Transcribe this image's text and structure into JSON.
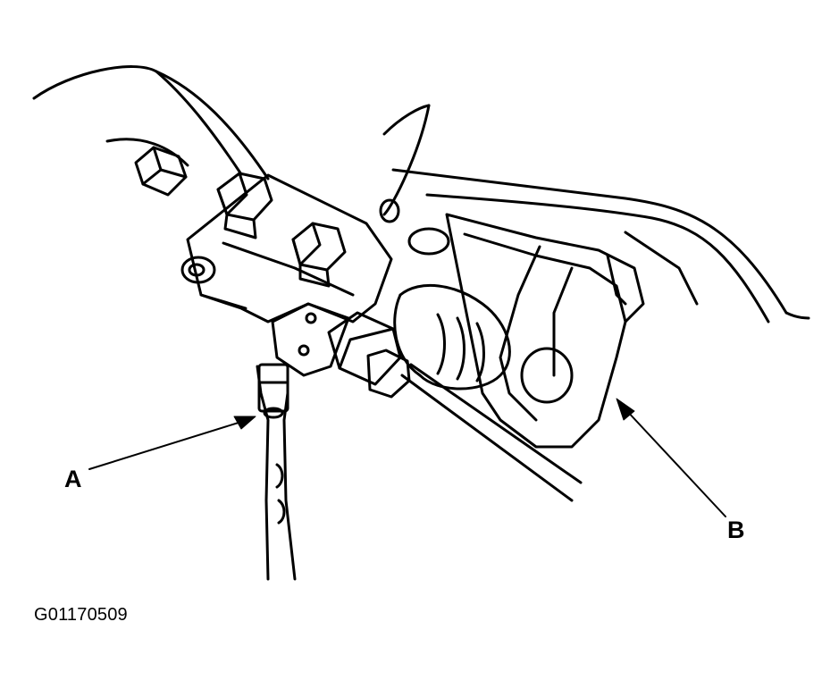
{
  "diagram": {
    "callouts": [
      {
        "id": "A",
        "label": "A"
      },
      {
        "id": "B",
        "label": "B"
      }
    ],
    "figure_id": "G01170509",
    "colors": {
      "ink": "#000000",
      "paper": "#ffffff"
    }
  }
}
